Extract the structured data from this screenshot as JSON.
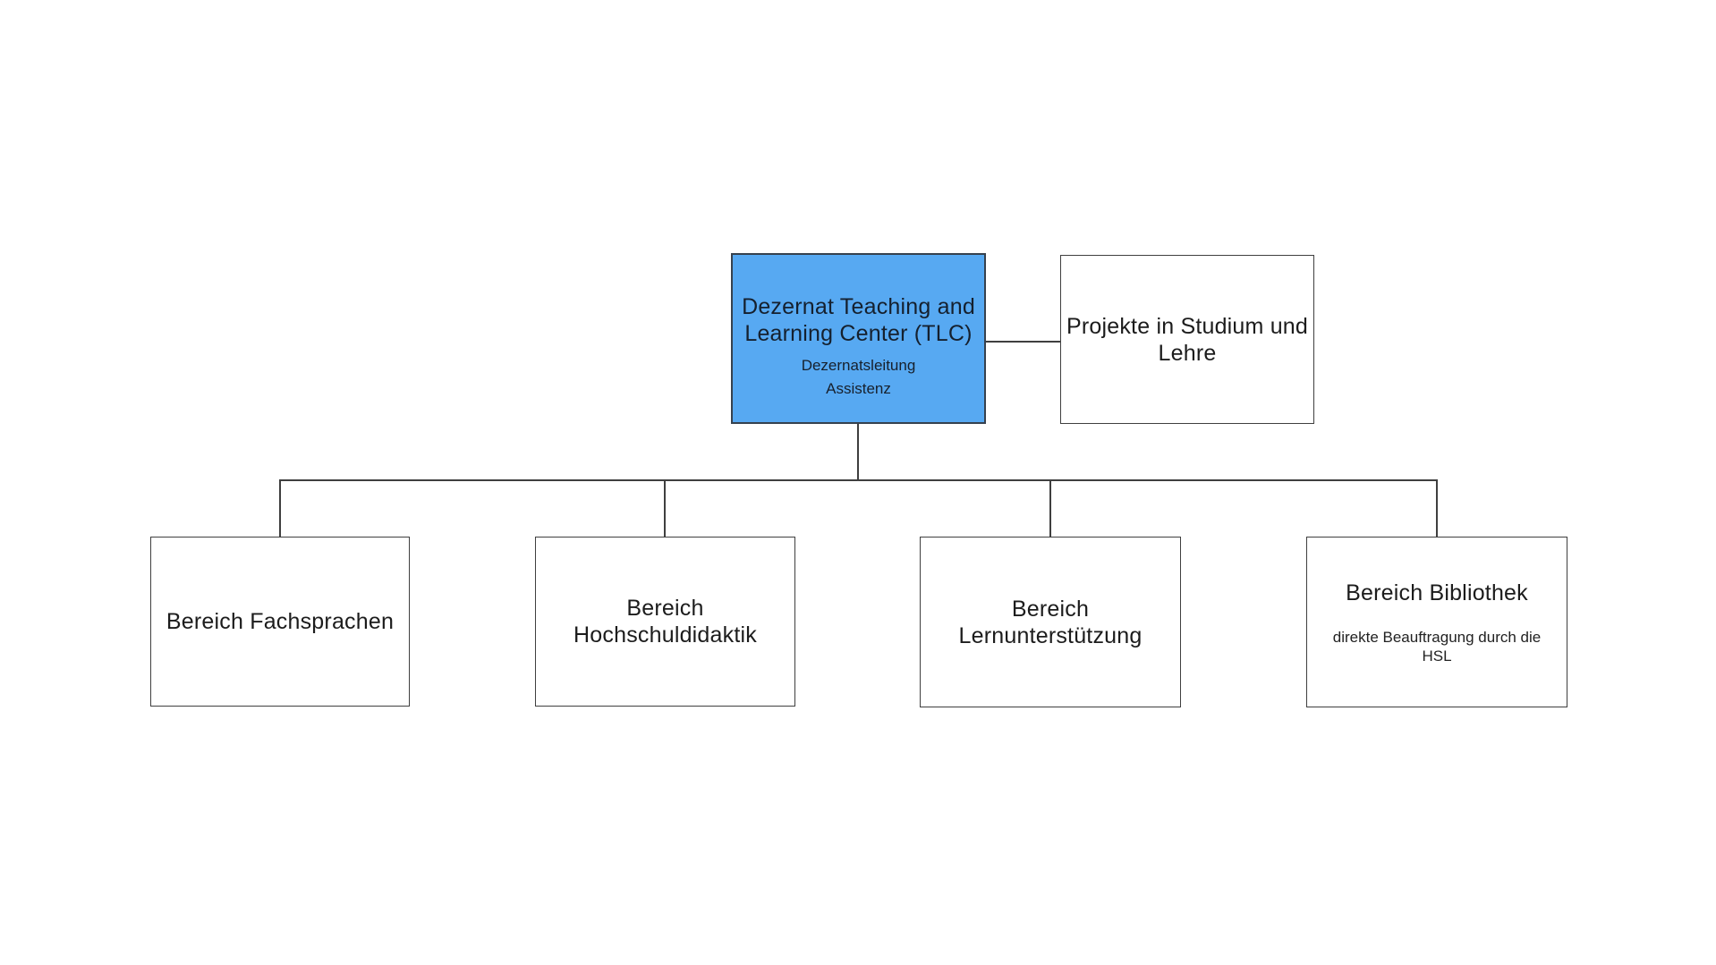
{
  "diagram": {
    "colors": {
      "accent_fill": "#57a9f2",
      "accent_border": "#36414e",
      "line_color": "#3f3f3f",
      "background": "#ffffff"
    },
    "root": {
      "title_lines": [
        "Dezernat Teaching and",
        "Learning Center (TLC)"
      ],
      "subtitles": [
        "Dezernatsleitung",
        "Assistenz"
      ]
    },
    "side": {
      "label_lines": [
        "Projekte in Studium und",
        "Lehre"
      ]
    },
    "children": [
      {
        "label_lines": [
          "Bereich Fachsprachen",
          ""
        ]
      },
      {
        "label_lines": [
          "Bereich",
          "Hochschuldidaktik"
        ]
      },
      {
        "label_lines": [
          "Bereich",
          "Lernunterstützung"
        ]
      },
      {
        "label_lines": [
          "Bereich Bibliothek",
          ""
        ],
        "note_lines": [
          "direkte Beauftragung durch die",
          "HSL"
        ]
      }
    ]
  }
}
